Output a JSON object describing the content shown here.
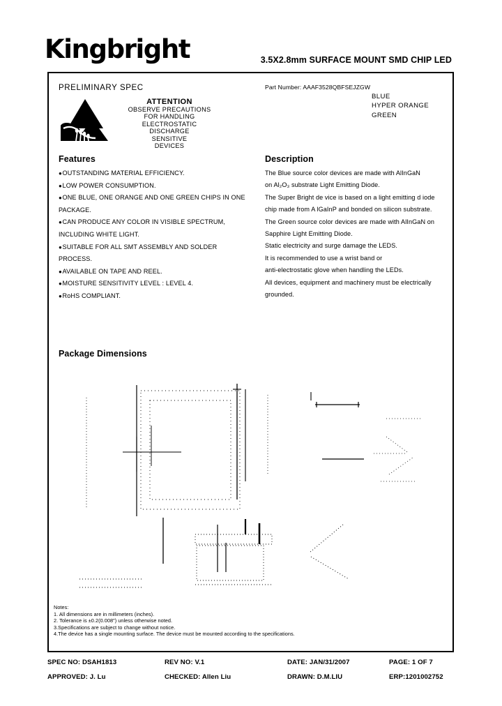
{
  "header": {
    "brand": "Kingbright",
    "title": "3.5X2.8mm SURFACE MOUNT SMD CHIP LED"
  },
  "spec": {
    "preliminary_label": "PRELIMINARY  SPEC"
  },
  "esd": {
    "symbol_name": "esd-sensitive-symbol",
    "attention_title": "ATTENTION",
    "lines": [
      "OBSERVE PRECAUTIONS",
      "FOR HANDLING",
      "ELECTROSTATIC",
      "DISCHARGE",
      "SENSITIVE",
      "DEVICES"
    ]
  },
  "part": {
    "label": "Part Number:",
    "number": "AAAF3528QBFSEJZGW",
    "full_line": "Part Number: AAAF3528QBFSEJZGW",
    "colors": [
      "BLUE",
      "HYPER  ORANGE",
      "GREEN"
    ]
  },
  "features": {
    "heading": "Features",
    "items": [
      "OUTSTANDING MATERIAL EFFICIENCY.",
      "LOW POWER CONSUMPTION.",
      "ONE BLUE, ONE ORANGE AND ONE GREEN CHIPS IN ONE PACKAGE.",
      "CAN PRODUCE ANY COLOR IN VISIBLE SPECTRUM, INCLUDING WHITE LIGHT.",
      "SUITABLE FOR ALL SMT ASSEMBLY AND SOLDER PROCESS.",
      "AVAILABLE ON TAPE AND REEL.",
      "MOISTURE SENSITIVITY LEVEL : LEVEL 4.",
      "RoHS COMPLIANT."
    ],
    "bullet_glyph": "●"
  },
  "description": {
    "heading": "Description",
    "lines": [
      "The Blue source color devices are made with  AlInGaN",
      "on Al₂O₃ substrate Light Emitting Diode.",
      "The Super Bright de vice is based on a light emitting d iode",
      "chip made from A lGaInP and bonded on silicon substrate.",
      "The Green source color devices are made with AlInGaN on",
      "Sapphire Light Emitting Diode.",
      "Static electricity and surge damage the LEDS.",
      "It is recommended to use a wrist band or",
      "anti-electrostatic glove when handling the LEDs.",
      "All devices, equipment and machinery  must be electrically",
      "grounded."
    ]
  },
  "package_dimensions": {
    "heading": "Package Dimensions",
    "drawing_name": "package-outline-drawing"
  },
  "notes": {
    "heading": "Notes:",
    "items": [
      "1. All dimensions are in millimeters (inches).",
      "2.  Tolerance is ±0.2(0.008\") unless otherwise noted.",
      "3.Specifications are subject to change without notice.",
      "4.The device has a single mounting surface. The device must be mounted according to the specifications."
    ]
  },
  "footer": {
    "spec_no_label": "SPEC NO: DSAH1813",
    "rev_no_label": "REV NO: V.1",
    "date_label": "DATE: JAN/31/2007",
    "page_label": "PAGE:  1 OF 7",
    "approved_label": "APPROVED: J. Lu",
    "checked_label": "CHECKED: Allen Liu",
    "drawn_label": "DRAWN: D.M.LIU",
    "erp_label": "ERP:1201002752"
  }
}
